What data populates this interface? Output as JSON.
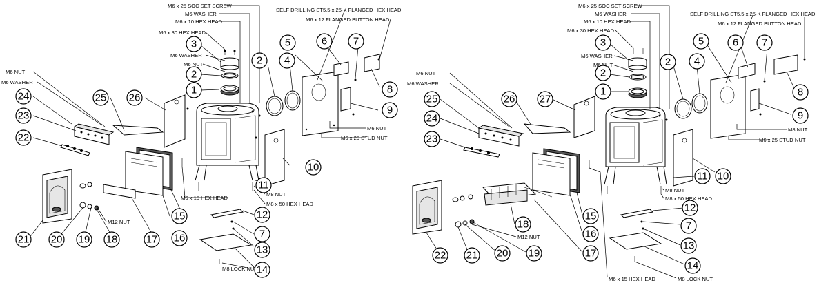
{
  "diagrams": [
    {
      "id": "left",
      "callouts": [
        "1",
        "2",
        "3",
        "4",
        "5",
        "6",
        "7",
        "8",
        "9",
        "10",
        "11",
        "12",
        "7",
        "13",
        "14",
        "15",
        "16",
        "17",
        "18",
        "19",
        "20",
        "21",
        "22",
        "23",
        "24",
        "25",
        "26"
      ],
      "labels": [
        "M6 x 25 SOC SET SCREW",
        "M6 WASHER",
        "M6 x 10 HEX  HEAD",
        "M6 x 30 HEX HEAD",
        "M6 WASHER",
        "M6 NUT",
        "M6 NUT",
        "M6 WASHER",
        "SELF DRILLING ST5.5 x 25-K FLANGED HEX HEAD",
        "M6 x 12 FLANGED BUTTON HEAD",
        "M6 NUT",
        "M6 x 25 STUD NUT",
        "M6 x 15 HEX HEAD",
        "M8 NUT",
        "M8 x 50 HEX HEAD",
        "M12  NUT",
        "M8 LOCK NUT"
      ]
    },
    {
      "id": "right",
      "callouts": [
        "1",
        "2",
        "3",
        "4",
        "5",
        "6",
        "7",
        "8",
        "9",
        "10",
        "11",
        "12",
        "7",
        "13",
        "14",
        "15",
        "16",
        "17",
        "18",
        "19",
        "20",
        "21",
        "22",
        "23",
        "24",
        "25",
        "26",
        "27"
      ],
      "labels": [
        "M6 x 25 SOC SET SCREW",
        "M6 WASHER",
        "M6 x 10 HEX  HEAD",
        "M6 x 30 HEX HEAD",
        "M6 WASHER",
        "M6 NUT",
        "M6 NUT",
        "M6 WASHER",
        "SELF DRILLING ST5.5 x 25-K FLANGED HEX HEAD",
        "M6 x 12 FLANGED BUTTON HEAD",
        "M8 NUT",
        "M6 x 25 STUD NUT",
        "M8 NUT",
        "M8 x 50 HEX HEAD",
        "M12  NUT",
        "M6 x 15 HEX HEAD",
        "M8 LOCK NUT"
      ]
    }
  ]
}
